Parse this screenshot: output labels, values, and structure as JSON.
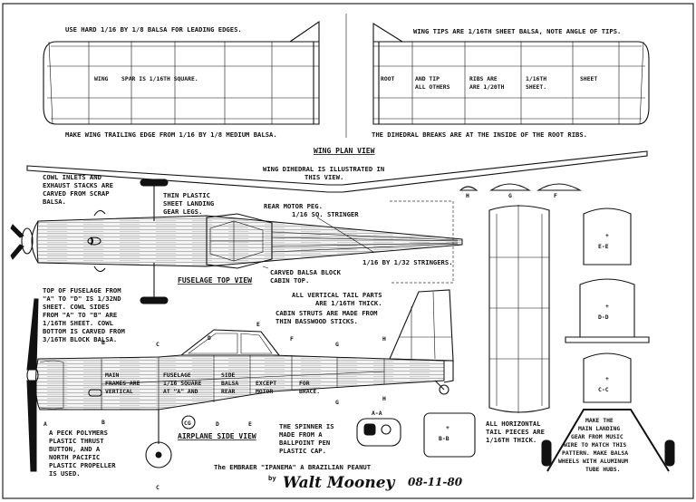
{
  "wing": {
    "note_leading_edge": "USE HARD 1/16 BY 1/8 BALSA FOR LEADING EDGES.",
    "note_tips": "WING TIPS ARE 1/16TH SHEET BALSA, NOTE ANGLE OF TIPS.",
    "cell_wing": "WING",
    "cell_spar": "SPAR IS 1/16TH SQUARE.",
    "cell_root": "ROOT",
    "cell_tip_1": "AND TIP",
    "cell_tip_2": "ALL OTHERS",
    "cell_ribs_1": "RIBS ARE",
    "cell_ribs_2": "ARE 1/20TH",
    "cell_sheet_1": "1/16TH",
    "cell_sheet_2": "SHEET.",
    "cell_sheet_3": "SHEET",
    "note_trailing_edge": "MAKE WING TRAILING EDGE FROM 1/16 BY 1/8 MEDIUM BALSA.",
    "note_dihedral_breaks": "THE DIHEDRAL BREAKS ARE AT THE INSIDE OF THE ROOT RIBS.",
    "title_plan_view": "WING PLAN VIEW",
    "note_dihedral_1": "WING DIHEDRAL IS ILLUSTRATED IN",
    "note_dihedral_2": "THIS VIEW."
  },
  "fuselage_top": {
    "note_cowl_1": "COWL INLETS AND",
    "note_cowl_2": "EXHAUST STACKS ARE",
    "note_cowl_3": "CARVED FROM SCRAP",
    "note_cowl_4": "BALSA.",
    "note_gear_1": "THIN PLASTIC",
    "note_gear_2": "SHEET LANDING",
    "note_gear_3": "GEAR LEGS.",
    "note_peg": "REAR MOTOR PEG.",
    "note_stringer": "1/16 SQ. STRINGER",
    "note_stringers_32": "1/16 BY 1/32 STRINGERS.",
    "note_cabin_1": "CARVED BALSA BLOCK",
    "note_cabin_2": "CABIN TOP.",
    "title_top_view": "FUSELAGE TOP VIEW"
  },
  "fuselage_side": {
    "note_top_1": "TOP OF FUSELAGE FROM",
    "note_top_2": "\"A\" TO \"D\" IS 1/32ND",
    "note_top_3": "SHEET. COWL SIDES",
    "note_top_4": "FROM \"A\" TO \"B\" ARE",
    "note_top_5": "1/16TH SHEET. COWL",
    "note_top_6": "BOTTOM IS CARVED FROM",
    "note_top_7": "3/16TH BLOCK BALSA.",
    "note_tail_1": "ALL VERTICAL TAIL PARTS",
    "note_tail_2": "ARE 1/16TH THICK.",
    "note_struts_1": "CABIN STRUTS ARE MADE FROM",
    "note_struts_2": "THIN BASSWOOD STICKS.",
    "frame_1": "MAIN",
    "frame_2": "FRAMES ARE",
    "frame_3": "VERTICAL",
    "frame_4": "FUSELAGE",
    "frame_5": "1/16 SQUARE",
    "frame_6": "AT \"A\" AND",
    "frame_7": "SIDE",
    "frame_8": "BALSA",
    "frame_9": "REAR",
    "frame_10": "EXCEPT",
    "frame_11": "MOTOR",
    "frame_12": "FOR",
    "frame_13": "BRACE.",
    "note_thrust_1": "A PECK POLYMERS",
    "note_thrust_2": "PLASTIC THRUST",
    "note_thrust_3": "BUTTON, AND A",
    "note_thrust_4": "NORTH PACIFIC",
    "note_thrust_5": "PLASTIC PROPELLER",
    "note_thrust_6": "IS USED.",
    "cg": "CG",
    "title_side_view": "AIRPLANE SIDE VIEW",
    "note_spinner_1": "THE SPINNER IS",
    "note_spinner_2": "MADE FROM A",
    "note_spinner_3": "BALLPOINT PEN",
    "note_spinner_4": "PLASTIC CAP.",
    "section_aa": "A-A"
  },
  "stations": [
    "A",
    "B",
    "C",
    "D",
    "E",
    "F",
    "G",
    "H"
  ],
  "sections": {
    "ee": "E-E",
    "dd": "D-D",
    "cc": "C-C",
    "bb": "B-B",
    "h": "H",
    "g": "G",
    "f": "F"
  },
  "stab": {
    "note_1": "ALL HORIZONTAL",
    "note_2": "TAIL PIECES ARE",
    "note_3": "1/16TH THICK."
  },
  "gear_note": {
    "line_1": "MAKE THE",
    "line_2": "MAIN LANDING",
    "line_3": "GEAR FROM MUSIC",
    "line_4": "WIRE TO MATCH THIS",
    "line_5": "PATTERN. MAKE BALSA",
    "line_6": "WHEELS WITH ALUMINUM",
    "line_7": "TUBE HUBS."
  },
  "credit": {
    "line_1": "The EMBRAER \"IPANEMA\" A BRAZILIAN PEANUT",
    "by": "by",
    "signature": "Walt Mooney",
    "date": "08-11-80"
  }
}
